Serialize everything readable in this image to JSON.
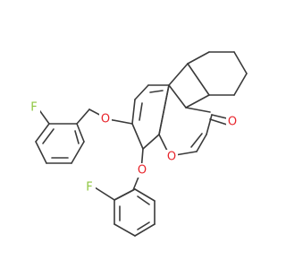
{
  "atoms": [
    {
      "id": "O1",
      "symbol": "O",
      "color": "#e8242b"
    },
    {
      "id": "O2",
      "symbol": "O",
      "color": "#e8242b"
    },
    {
      "id": "O3",
      "symbol": "O",
      "color": "#e8242b"
    },
    {
      "id": "O4",
      "symbol": "O",
      "color": "#e8242b"
    },
    {
      "id": "F1",
      "symbol": "F",
      "color": "#8ec63f"
    },
    {
      "id": "F2",
      "symbol": "F",
      "color": "#8ec63f"
    }
  ],
  "colors": {
    "bond": "#3a3a3a",
    "oxygen": "#e8242b",
    "fluorine": "#8ec63f",
    "background": "#ffffff"
  }
}
